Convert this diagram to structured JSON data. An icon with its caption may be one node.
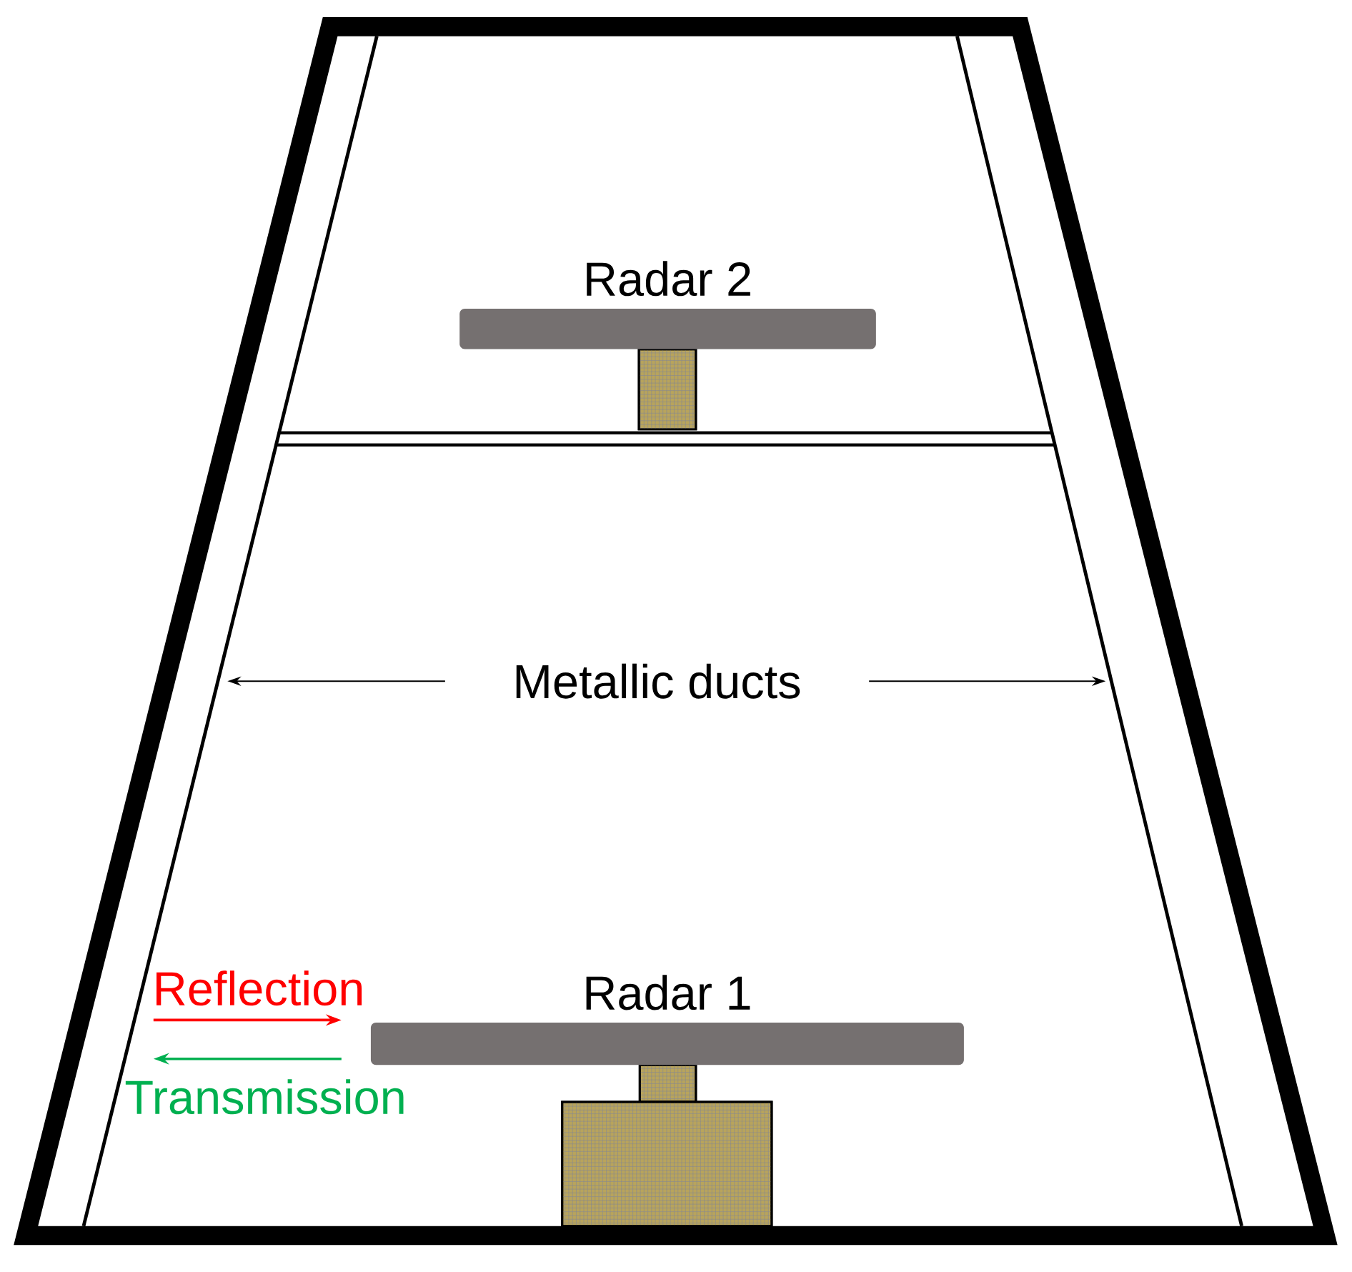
{
  "diagram": {
    "nodes": [
      {
        "text": [
          "Radar 2"
        ]
      },
      {
        "text": [
          "Radar 1"
        ]
      },
      {
        "text": [
          "Metallic ducts"
        ]
      },
      {
        "text": [],
        "shape": "bar"
      },
      {
        "text": [],
        "shape": "bar"
      },
      {
        "text": [],
        "shape": "box"
      },
      {
        "text": [],
        "shape": "box"
      },
      {
        "text": [],
        "shape": "box"
      }
    ],
    "edges": [
      {
        "from": 2,
        "to": 3,
        "arrow": "to"
      },
      {
        "from": 2,
        "to": 4,
        "arrow": "to"
      }
    ],
    "labels": [
      "Reflection",
      "Transmission"
    ]
  }
}
